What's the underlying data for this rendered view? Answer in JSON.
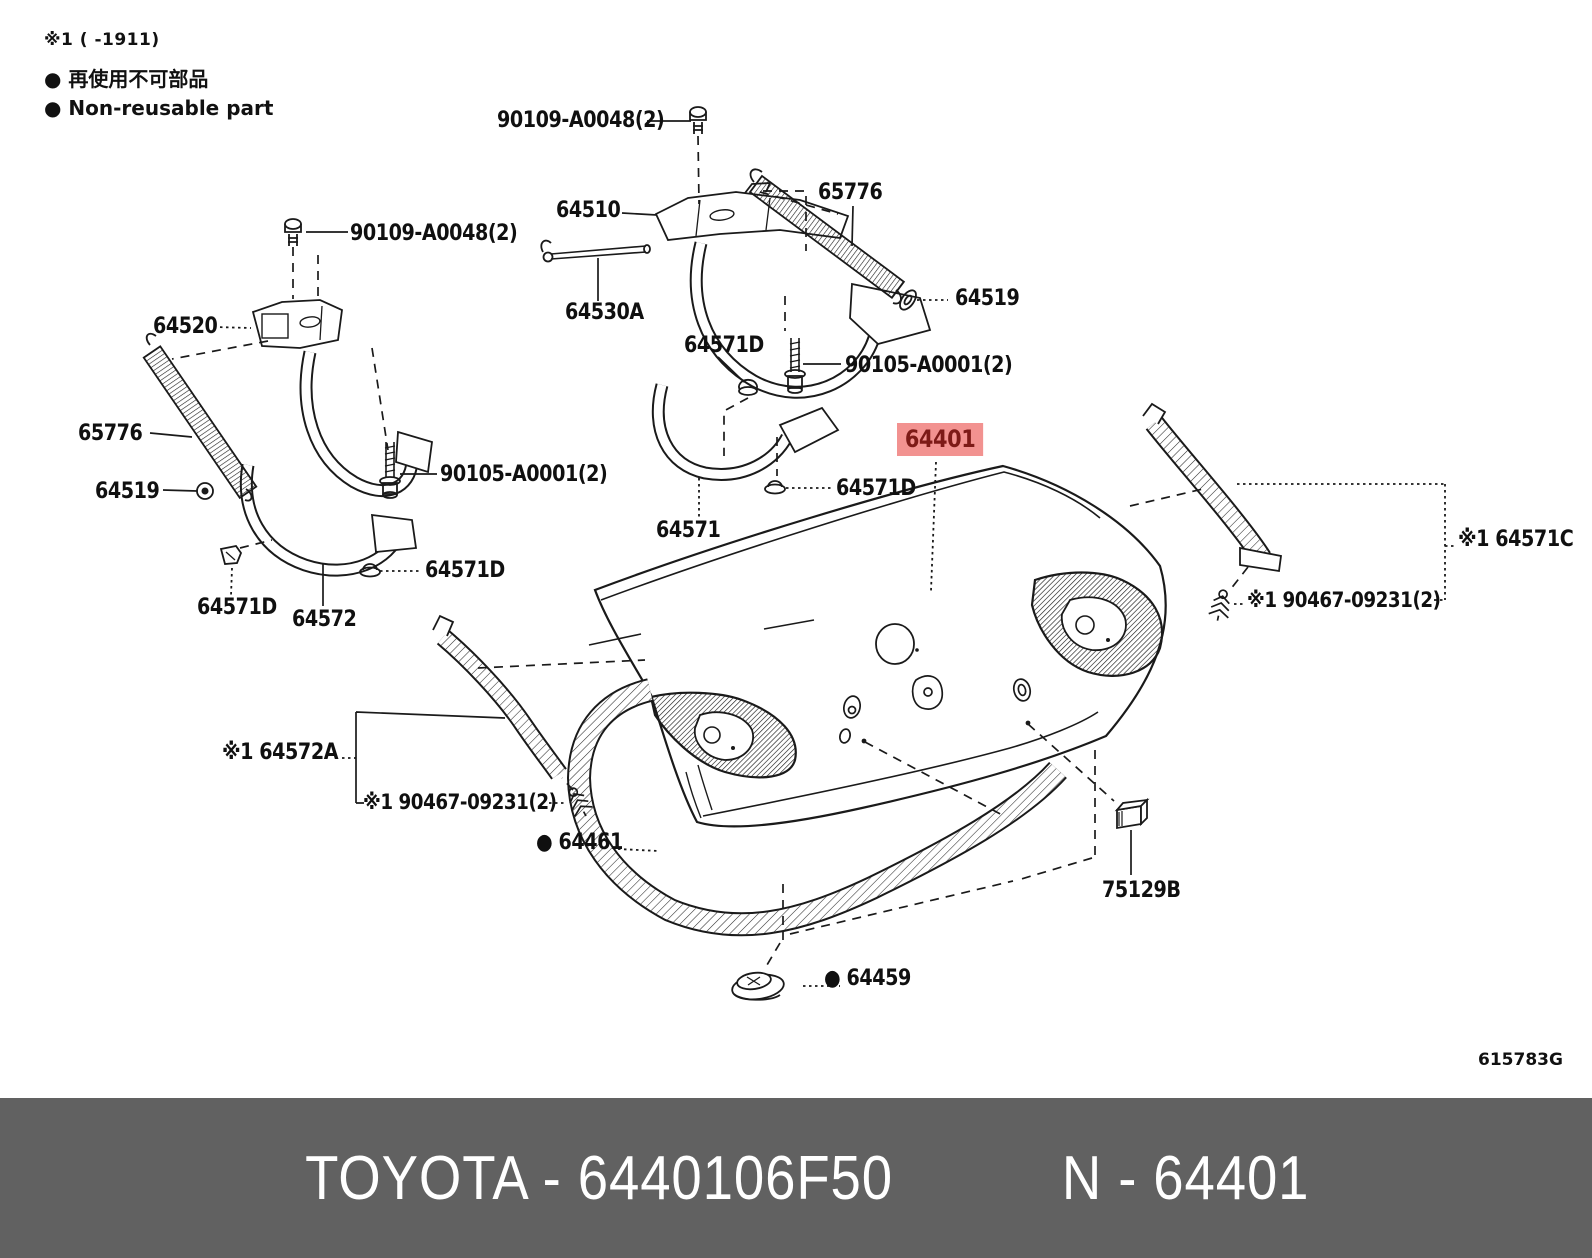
{
  "legend": {
    "note": "※1 (    -1911)",
    "jp": "● 再使用不可部品",
    "en": "● Non-reusable part"
  },
  "doc_code": "615783G",
  "highlight": {
    "part": "64401",
    "bg": "#F29290",
    "fg": "#7D1A17"
  },
  "labels": {
    "p90109_top": "90109-A0048(2)",
    "p64510": "64510",
    "p65776_r": "65776",
    "p90109_l": "90109-A0048(2)",
    "p64530A": "64530A",
    "p64519_r": "64519",
    "p64520": "64520",
    "p64571D_top": "64571D",
    "p90105_r": "90105-A0001(2)",
    "p65776_l": "65776",
    "p90105_l": "90105-A0001(2)",
    "p64519_l": "64519",
    "p64571D_mid": "64571D",
    "p64571": "64571",
    "p64571C": "※1 64571C",
    "p64571D_lmid": "64571D",
    "p90467_r": "※1 90467-09231(2)",
    "p64571D_lb": "64571D",
    "p64572": "64572",
    "p64572A": "※1 64572A",
    "p90467_l": "※1 90467-09231(2)",
    "p64461": "● 64461",
    "p75129B": "75129B",
    "p64459": "● 64459"
  },
  "banner": {
    "brand_part": "TOYOTA - 6440106F50",
    "catalog_ref": "N - 64401",
    "bg": "#616161",
    "fg": "#ffffff"
  }
}
